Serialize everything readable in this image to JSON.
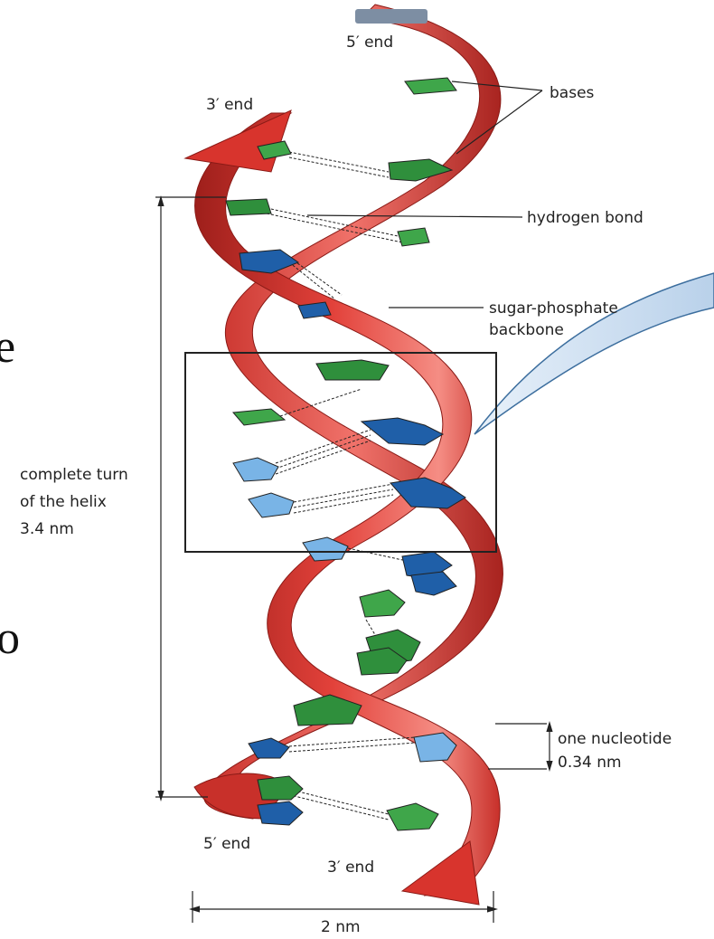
{
  "labels": {
    "top_5_end": "5′ end",
    "top_3_end": "3′ end",
    "bases": "bases",
    "hydrogen_bond": "hydrogen bond",
    "backbone_line1": "sugar-phosphate",
    "backbone_line2": "backbone",
    "turn_line1": "complete turn",
    "turn_line2": "of the helix",
    "turn_line3": "3.4 nm",
    "nucleotide_line1": "one nucleotide",
    "nucleotide_line2": "0.34 nm",
    "bottom_5_end": "5′ end",
    "bottom_3_end": "3′ end",
    "width": "2 nm"
  },
  "clipped_text": {
    "left_upper": "e",
    "left_lower": "o"
  },
  "colors": {
    "backbone_red": "#e2413a",
    "backbone_dark": "#a8231f",
    "backbone_light": "#f7a8a0",
    "base_green": "#3fa64a",
    "base_dark_blue": "#1f5fa8",
    "base_light_blue": "#79b4e6",
    "callout_blue": "#dce9f5"
  }
}
